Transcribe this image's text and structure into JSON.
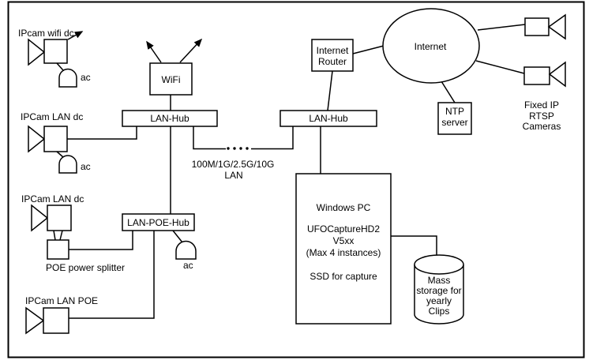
{
  "nodes": {
    "ipcam_wifi": {
      "label": "IPcam wifi dc",
      "ac_label": "ac"
    },
    "ipcam_lan_dc_top": {
      "label": "IPCam LAN dc",
      "ac_label": "ac"
    },
    "wifi": {
      "label": "WiFi"
    },
    "lan_hub_left": {
      "label": "LAN-Hub"
    },
    "lan_link_label": {
      "line1": "100M/1G/2.5G/10G",
      "line2": "LAN"
    },
    "ipcam_lan_dc_poe": {
      "label": "IPCam LAN dc"
    },
    "poe_splitter": {
      "label": "POE power splitter"
    },
    "lan_poe_hub": {
      "label": "LAN-POE-Hub",
      "ac_label": "ac"
    },
    "ipcam_lan_poe": {
      "label": "IPCam LAN POE"
    },
    "lan_hub_right": {
      "label": "LAN-Hub"
    },
    "internet_router": {
      "line1": "Internet",
      "line2": "Router"
    },
    "internet_cloud": {
      "label": "Internet"
    },
    "ntp_server": {
      "line1": "NTP",
      "line2": "server"
    },
    "fixed_cameras": {
      "line1": "Fixed IP",
      "line2": "RTSP",
      "line3": "Cameras"
    },
    "windows_pc": {
      "title": "Windows PC",
      "app": "UFOCaptureHD2",
      "version": "V5xx",
      "instances": "(Max 4 instances)",
      "storage_note": "SSD for capture"
    },
    "mass_storage": {
      "line1": "Mass",
      "line2": "storage for",
      "line3": "yearly",
      "line4": "Clips"
    }
  },
  "colors": {
    "stroke": "#000000",
    "background": "#ffffff"
  }
}
